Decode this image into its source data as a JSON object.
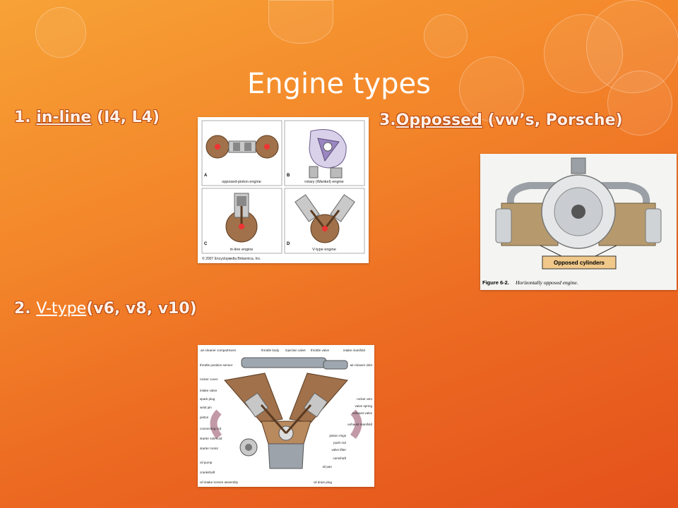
{
  "slide": {
    "title": "Engine types",
    "items": [
      {
        "number": "1.",
        "name": "in-line",
        "detail": "(I4, L4)"
      },
      {
        "number": "2.",
        "name": "V-type",
        "detail": "(v6, v8, v10)"
      },
      {
        "number": "3.",
        "name": "Oppossed",
        "detail": "(vw’s, Porsche)"
      }
    ]
  },
  "figure_types": {
    "panels": [
      {
        "letter": "A",
        "caption": "opposed-piston engine"
      },
      {
        "letter": "B",
        "caption": "rotary (Wankel) engine"
      },
      {
        "letter": "C",
        "caption": "in-line engine"
      },
      {
        "letter": "D",
        "caption": "V-type engine"
      }
    ],
    "credit": "© 2007 Encyclopædia Britannica, Inc."
  },
  "figure_opposed": {
    "callout": "Opposed cylinders",
    "caption_bold": "Figure 6-2.",
    "caption_italic": "Horizontally opposed engine."
  },
  "figure_v": {
    "labels_top": [
      "air-cleaner compartment",
      "throttle body",
      "injection valve",
      "throttle valve",
      "intake manifold"
    ],
    "labels_left": [
      "throttle position sensor",
      "rocker cover",
      "intake valve",
      "spark plug",
      "wrist pin",
      "piston",
      "connecting rod",
      "starter solenoid",
      "starter motor",
      "oil pump",
      "crankshaft",
      "oil intake screen assembly"
    ],
    "labels_right": [
      "air-cleaner inlet",
      "rocker arm",
      "valve spring",
      "exhaust valve",
      "exhaust manifold",
      "piston rings",
      "push rod",
      "valve lifter",
      "camshaft",
      "oil pan",
      "oil drain plug"
    ]
  },
  "colors": {
    "background_top": "#f7a236",
    "background_bottom": "#e4511b",
    "engine_brown": "#a0714a"
  }
}
